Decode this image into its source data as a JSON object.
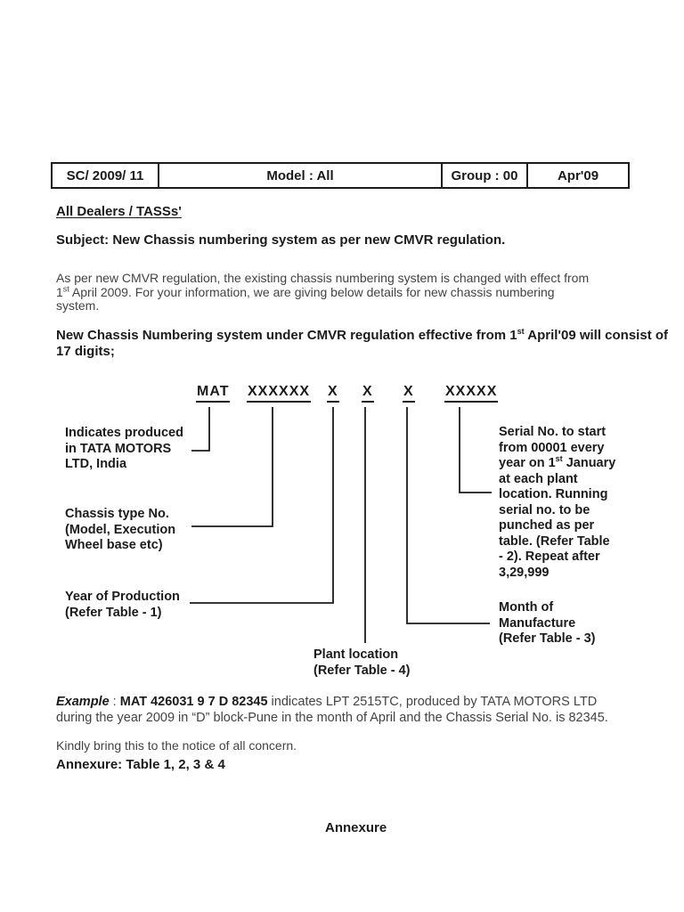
{
  "header_table": {
    "circular_no": "SC/ 2009/ 11",
    "model": "Model : All",
    "group": "Group : 00",
    "date": "Apr'09"
  },
  "salutation": "All Dealers / TASSs'",
  "subject": "Subject: New Chassis numbering system as per new CMVR regulation.",
  "intro": {
    "line1": "As per new CMVR regulation, the existing chassis numbering system is changed with effect from",
    "line2_num": "1",
    "line2_sup": "st",
    "line2_rest": " April 2009. For your information, we are giving below details for new chassis numbering",
    "line3": "system."
  },
  "heading": {
    "line1_pre": "New Chassis Numbering system under CMVR regulation effective from 1",
    "line1_sup": "st",
    "line1_rest": " April'09 will consist of",
    "line2": "17 digits;"
  },
  "code_row": {
    "seg_mat": "MAT",
    "seg_x6": "XXXXXX",
    "seg_x1": "X",
    "seg_x2": "X",
    "seg_x3": "X",
    "seg_x5": "XXXXX"
  },
  "labels": {
    "produced": {
      "line1": "Indicates produced",
      "line2": "in TATA MOTORS",
      "line3": "LTD, India"
    },
    "chassis_type": {
      "line1": "Chassis type No.",
      "line2": "(Model, Execution",
      "line3": "Wheel base etc)"
    },
    "year": {
      "line1": "Year of Production",
      "line2": "(Refer Table - 1)"
    },
    "plant": {
      "line1": "Plant location",
      "line2": "(Refer Table - 4)"
    },
    "month": {
      "line1": "Month of",
      "line2": "Manufacture",
      "line3": "(Refer Table - 3)"
    },
    "serial": {
      "line1": "Serial No. to start",
      "line2": "from 00001 every",
      "line3_pre": "year on 1",
      "line3_sup": "st",
      "line3_rest": " January",
      "line4": "at each plant",
      "line5": "location. Running",
      "line6": "serial no. to be",
      "line7": "punched as per",
      "line8": "table. (Refer Table",
      "line9": "- 2). Repeat after",
      "line10": "3,29,999"
    }
  },
  "example": {
    "label": "Example",
    "colon": " : ",
    "code": "MAT 426031 9 7 D 82345",
    "line1_rest": " indicates LPT 2515TC, produced by TATA MOTORS LTD",
    "line2": "during the year 2009 in “D” block-Pune in the month of April and the Chassis Serial No. is 82345."
  },
  "closing": "Kindly bring this to the notice of all concern.",
  "annexure_note": "Annexure: Table 1, 2, 3 & 4",
  "annexure_footer": "Annexure",
  "colors": {
    "ink": "#1b1b1b",
    "body_text": "#434343",
    "background": "#ffffff"
  }
}
